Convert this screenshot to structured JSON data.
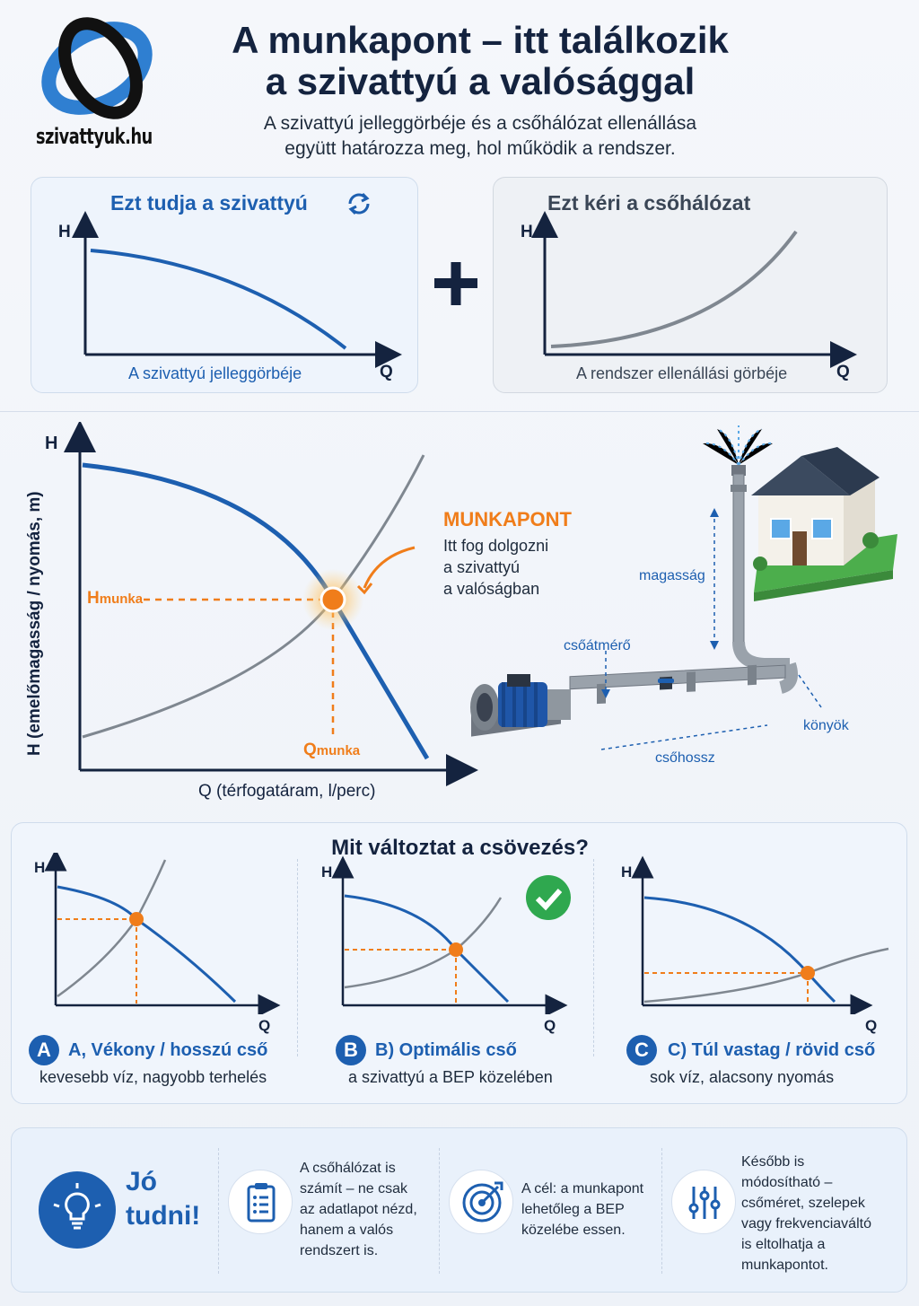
{
  "logo": {
    "text": "szivattyuk.hu",
    "icon": "ring-logo-icon"
  },
  "header": {
    "title_line1": "A munkapont – itt találkozik",
    "title_line2": "a szivattyú a valósággal",
    "subtitle_line1": "A szivattyú jelleggörbéje és a csőhálózat ellenállása",
    "subtitle_line2": "együtt határozza meg, hol működik a rendszer."
  },
  "top_cards": {
    "pump": {
      "title": "Ezt tudja a szivattyú",
      "caption": "A szivattyú jelleggörbéje",
      "y_axis": "H",
      "x_axis": "Q"
    },
    "plus": "+",
    "system": {
      "title": "Ezt kéri a csőhálózat",
      "caption": "A rendszer ellenállási görbéje",
      "y_axis": "H",
      "x_axis": "Q"
    }
  },
  "main_chart": {
    "y_axis_short": "H",
    "y_axis_label": "H (emelőmagasság / nyomás, m)",
    "x_axis_label": "Q (térfogatáram, l/perc)",
    "h_label_main": "H",
    "h_label_sub": "munka",
    "q_label_main": "Q",
    "q_label_sub": "munka",
    "workpoint_title": "MUNKAPONT",
    "workpoint_desc_line1": "Itt fog dolgozni",
    "workpoint_desc_line2": "a szivattyú",
    "workpoint_desc_line3": "a valóságban"
  },
  "illustration": {
    "height_label": "magasság",
    "diameter_label": "csőátmérő",
    "elbow_label": "könyök",
    "length_label": "csőhossz"
  },
  "piping_section": {
    "title": "Mit változtat a csövezés?",
    "cases": [
      {
        "badge": "A",
        "title": "A, Vékony / hosszú cső",
        "desc": "kevesebb víz, nagyobb terhelés",
        "y_axis": "H",
        "x_axis": "Q"
      },
      {
        "badge": "B",
        "title": "B) Optimális cső",
        "desc": "a szivattyú a BEP közelében",
        "y_axis": "H",
        "x_axis": "Q",
        "checkmark": true
      },
      {
        "badge": "C",
        "title": "C) Túl vastag / rövid cső",
        "desc": "sok víz, alacsony nyomás",
        "y_axis": "H",
        "x_axis": "Q"
      }
    ]
  },
  "tips": {
    "heading_line1": "Jó",
    "heading_line2": "tudni!",
    "items": [
      {
        "icon": "clipboard-icon",
        "lines": [
          "A csőhálózat is",
          "számít – ne csak",
          "az adatlapot nézd,",
          "hanem a valós",
          "rendszert is."
        ]
      },
      {
        "icon": "target-icon",
        "lines": [
          "A cél: a munkapont",
          "lehetőleg a BEP",
          "közelébe essen."
        ]
      },
      {
        "icon": "sliders-icon",
        "lines": [
          "Később is",
          "módosítható –",
          "csőméret, szelepek",
          "vagy frekvenciaváltó",
          "is eltolhatja a",
          "munkapontot."
        ]
      }
    ]
  },
  "colors": {
    "navy": "#14233f",
    "blue": "#1d5fb0",
    "orange": "#f07d1a",
    "gray": "#7f8790",
    "green": "#2fa84f"
  }
}
